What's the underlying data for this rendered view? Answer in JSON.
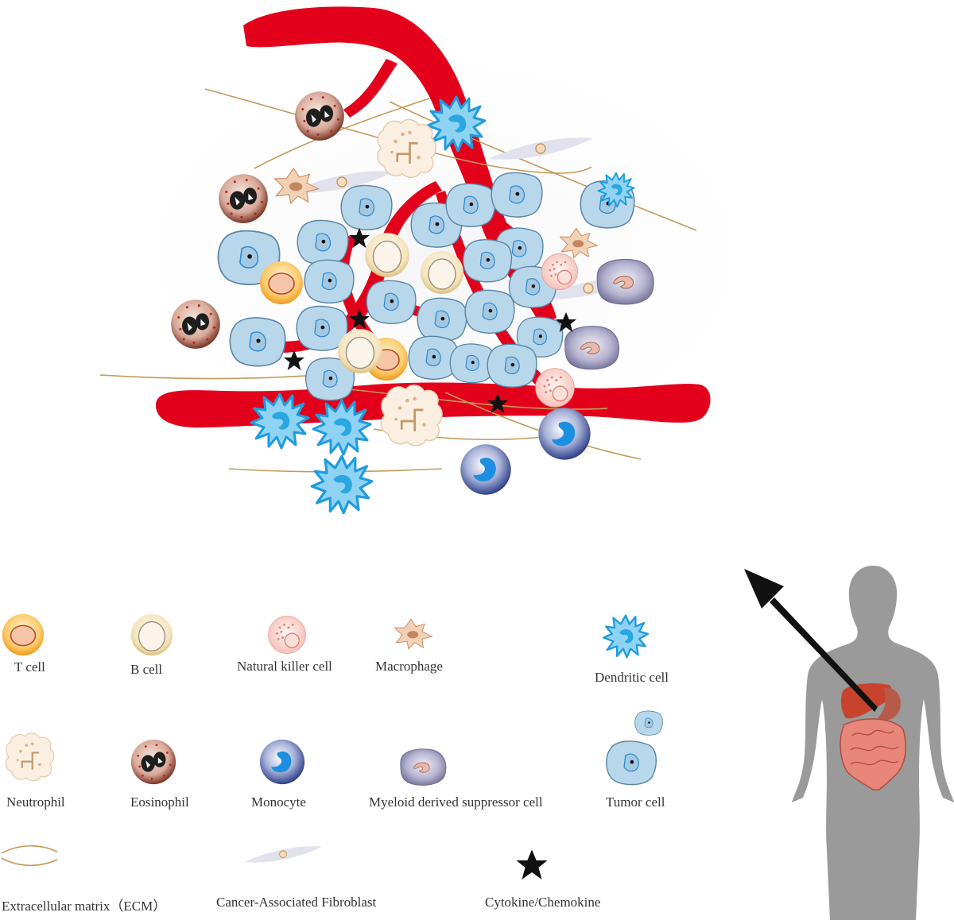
{
  "legend": {
    "t_cell": "T cell",
    "b_cell": "B cell",
    "nk_cell": "Natural killer cell",
    "macrophage": "Macrophage",
    "dendritic_cell": "Dendritic cell",
    "neutrophil": "Neutrophil",
    "eosinophil": "Eosinophil",
    "monocyte": "Monocyte",
    "mdsc": "Myeloid derived suppressor cell",
    "tumor_cell": "Tumor cell",
    "ecm": "Extracellular matrix（ECM）",
    "caf": "Cancer-Associated Fibroblast",
    "cytokine": "Cytokine/Chemokine"
  },
  "colors": {
    "vessel": "#e3001b",
    "tumor_fill": "#b9d7ea",
    "tumor_stroke": "#5a86a8",
    "t_cell_ring": "#f5a623",
    "b_cell_ring": "#e8cf94",
    "nk_fill": "#f6c9c3",
    "macrophage": "#e2ad86",
    "dendritic": "#2aa7e0",
    "neutrophil": "#f2dcc4",
    "eosinophil": "#8a3b2a",
    "monocyte": "#3b4f9a",
    "mdsc": "#8a87ad",
    "ecm_fiber": "#c49a5a",
    "caf": "#dcdcea",
    "body": "#9a9a9a"
  }
}
